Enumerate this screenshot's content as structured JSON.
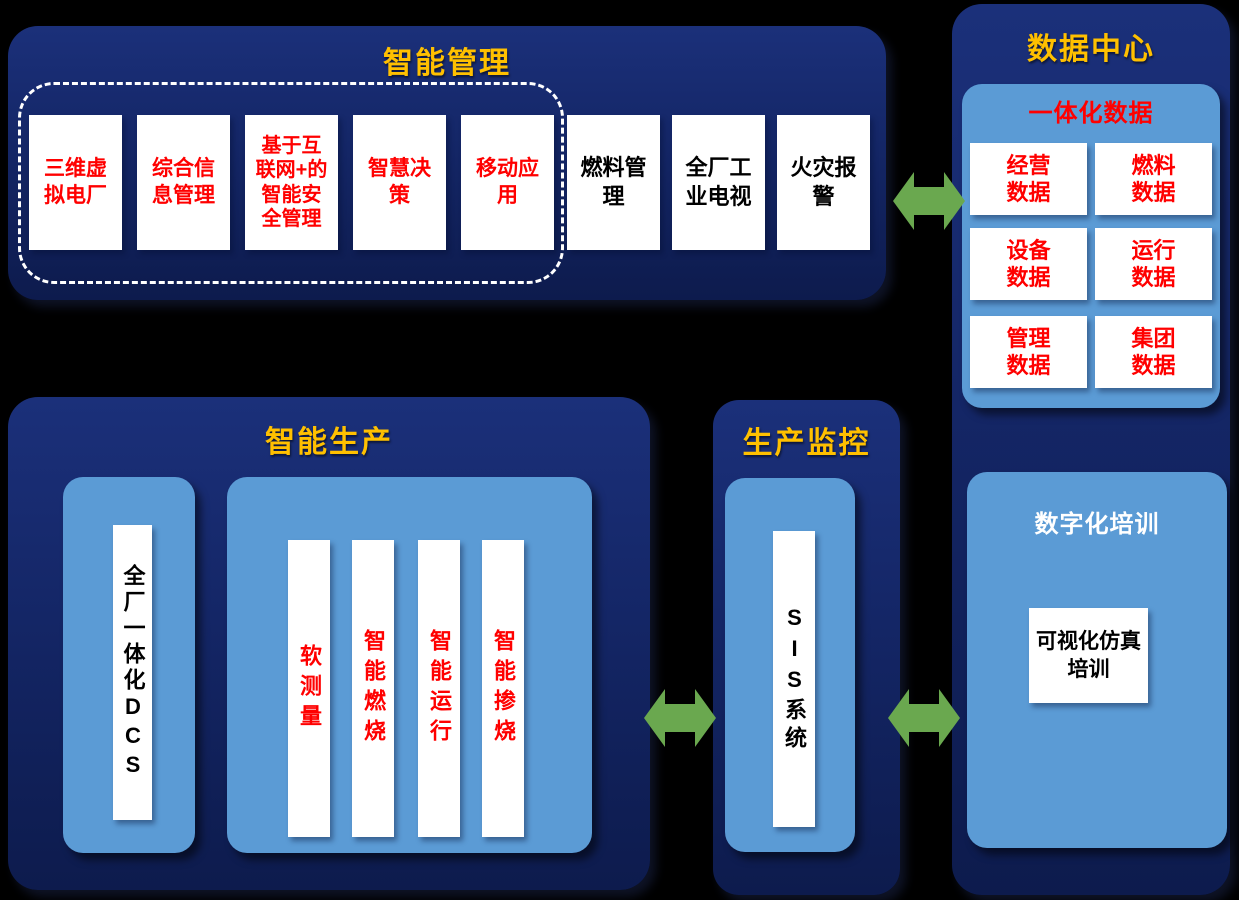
{
  "colors": {
    "background": "#000000",
    "section_navy_top": "#1b307a",
    "section_navy_bottom": "#0d1b4d",
    "panel_blue": "#5b9bd5",
    "card_white": "#ffffff",
    "title_yellow": "#ffc000",
    "text_red": "#ff0000",
    "text_black": "#000000",
    "arrow_green": "#6aa84f",
    "dashed_border_white": "#ffffff"
  },
  "icons": {
    "connector": "left-right-double-arrow"
  },
  "sections": {
    "management": {
      "title": "智能管理",
      "dashed_items": [
        "三维虚\n拟电厂",
        "综合信\n息管理",
        "基于互\n联网+的\n智能安\n全管理",
        "智慧决\n策",
        "移动应\n用"
      ],
      "plain_items": [
        "燃料管\n理",
        "全厂工\n业电视",
        "火灾报\n警"
      ]
    },
    "datacenter": {
      "title": "数据中心",
      "integrated": {
        "title": "一体化数据",
        "items": [
          "经营\n数据",
          "燃料\n数据",
          "设备\n数据",
          "运行\n数据",
          "管理\n数据",
          "集团\n数据"
        ]
      },
      "training": {
        "title": "数字化培训",
        "item": "可视化仿真\n培训"
      }
    },
    "production": {
      "title": "智能生产",
      "dcs_bar": "全厂一体化DCS",
      "bars": [
        "软测量",
        "智能燃烧",
        "智能运行",
        "智能掺烧"
      ]
    },
    "monitor": {
      "title": "生产监控",
      "sis_bar": "SIS系统"
    }
  }
}
